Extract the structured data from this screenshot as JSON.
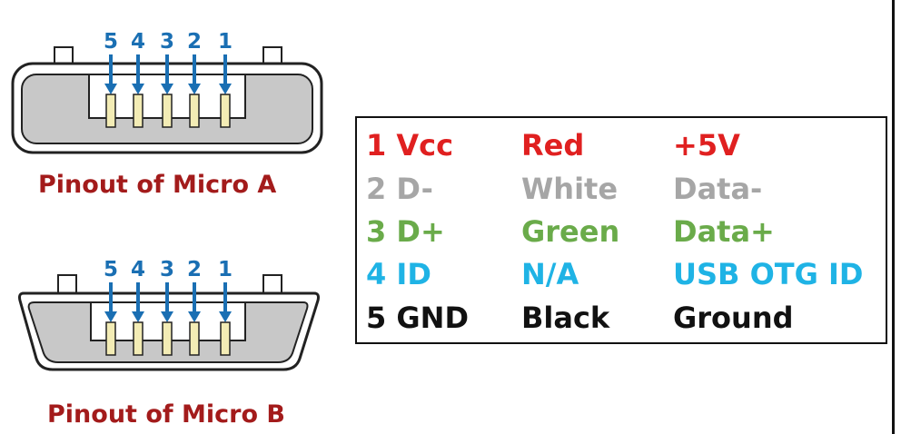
{
  "connectors": [
    {
      "id": "micro-a",
      "caption": "Pinout of Micro A",
      "pin_labels": [
        "5",
        "4",
        "3",
        "2",
        "1"
      ]
    },
    {
      "id": "micro-b",
      "caption": "Pinout of Micro B",
      "pin_labels": [
        "5",
        "4",
        "3",
        "2",
        "1"
      ]
    }
  ],
  "colors": {
    "pin_number": "#1a6fb3",
    "caption": "#a31b1b",
    "connector_body": "#c8c8c8",
    "pin_contact": "#f3ecb5"
  },
  "table": {
    "rows": [
      {
        "pin": "1 Vcc",
        "wire": "Red",
        "signal": "+5V",
        "color": "#e02020"
      },
      {
        "pin": "2 D-",
        "wire": "White",
        "signal": "Data-",
        "color": "#a6a6a6"
      },
      {
        "pin": "3 D+",
        "wire": "Green",
        "signal": "Data+",
        "color": "#6aab4a"
      },
      {
        "pin": "4 ID",
        "wire": "N/A",
        "signal": "USB OTG ID",
        "color": "#1fb3e5"
      },
      {
        "pin": "5 GND",
        "wire": "Black",
        "signal": "Ground",
        "color": "#111111"
      }
    ]
  }
}
